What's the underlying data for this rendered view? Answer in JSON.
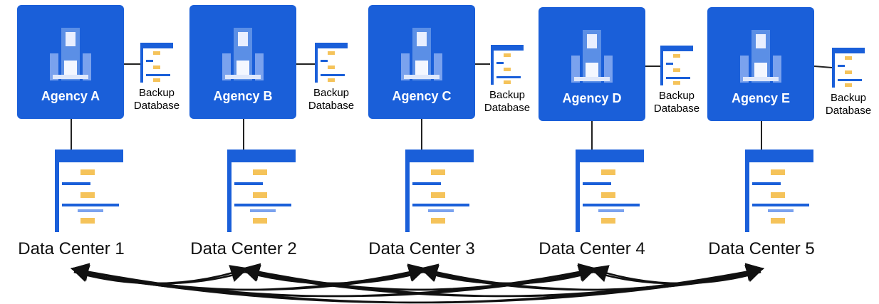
{
  "agencies": [
    {
      "name": "Agency A"
    },
    {
      "name": "Agency B"
    },
    {
      "name": "Agency C"
    },
    {
      "name": "Agency D"
    },
    {
      "name": "Agency E"
    }
  ],
  "backup_label_line1": "Backup",
  "backup_label_line2": "Database",
  "data_centers": [
    {
      "name": "Data Center 1"
    },
    {
      "name": "Data Center 2"
    },
    {
      "name": "Data Center 3"
    },
    {
      "name": "Data Center 4"
    },
    {
      "name": "Data Center 5"
    }
  ],
  "colors": {
    "agency_fill": "#1a5fd9",
    "db_blue": "#1a5fd9",
    "db_accent": "#f5c35a",
    "line": "#222222"
  },
  "icons": {
    "agency": "building-icon",
    "backup": "database-icon",
    "data_center": "server-database-icon"
  }
}
